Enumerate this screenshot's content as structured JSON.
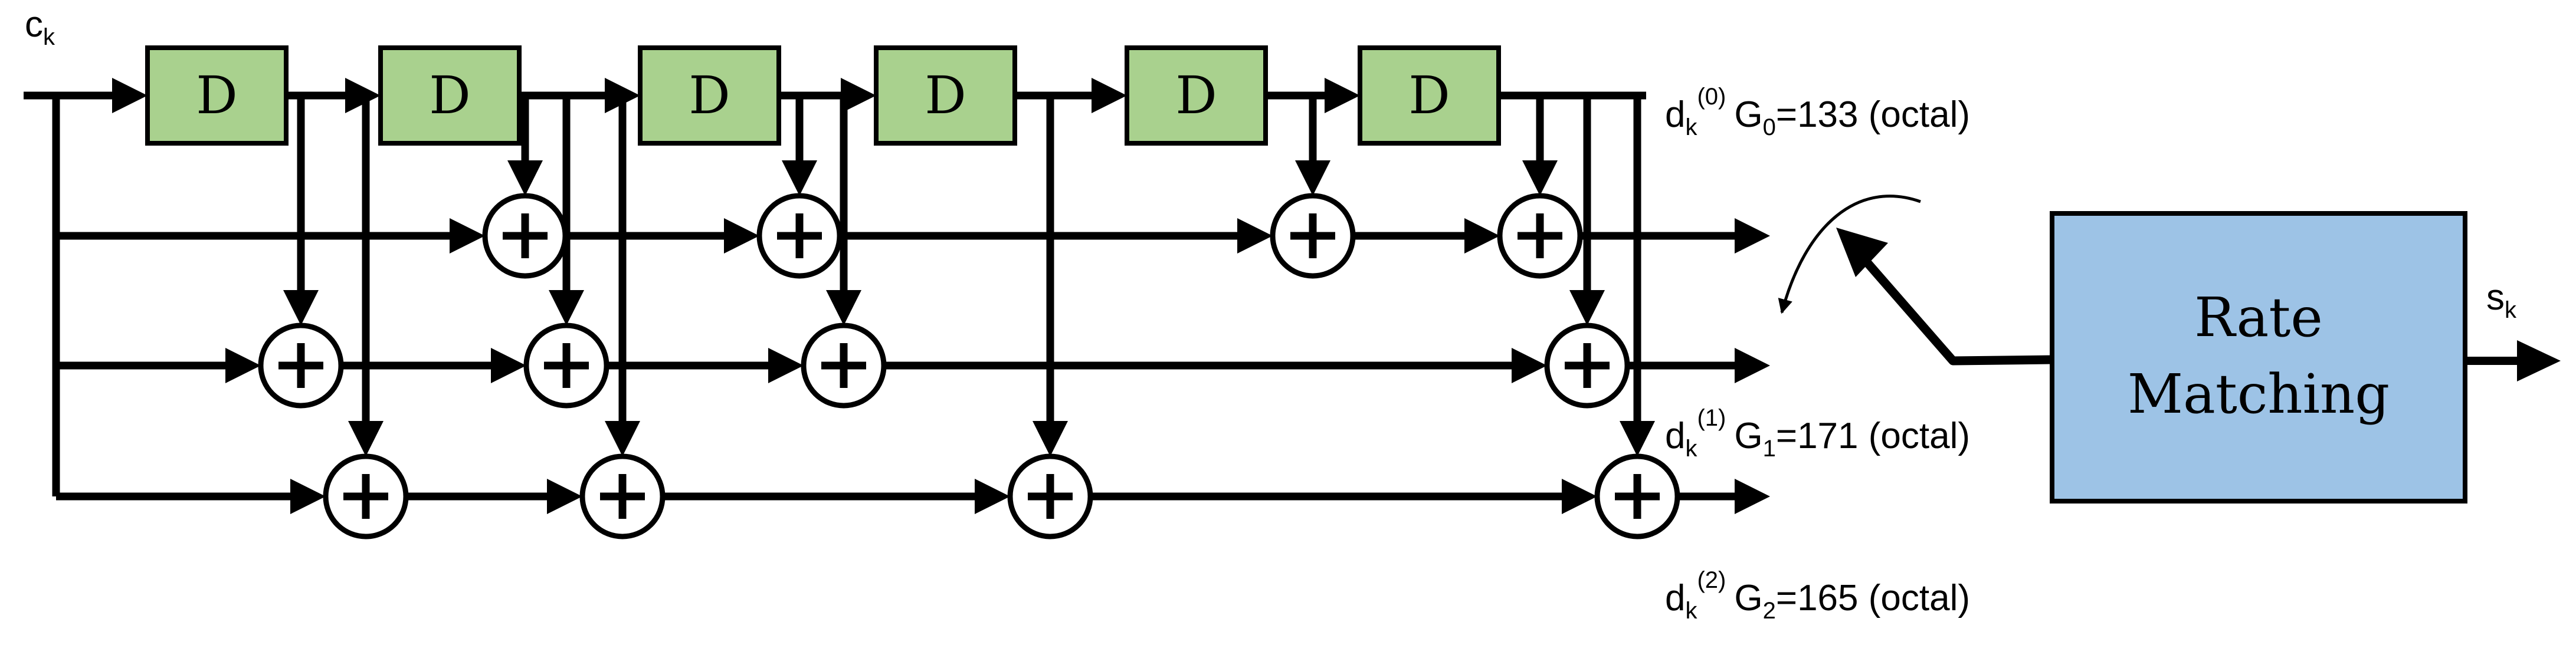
{
  "diagram": {
    "input_label": {
      "base": "c",
      "sub": "k"
    },
    "delay_label": "D",
    "outputs": [
      {
        "base": "d",
        "sub": "k",
        "sup": "(0)",
        "gen": "G",
        "gen_sub": "0",
        "rest": "=133 (octal)"
      },
      {
        "base": "d",
        "sub": "k",
        "sup": "(1)",
        "gen": "G",
        "gen_sub": "1",
        "rest": "=171 (octal)"
      },
      {
        "base": "d",
        "sub": "k",
        "sup": "(2)",
        "gen": "G",
        "gen_sub": "2",
        "rest": "=165 (octal)"
      }
    ],
    "rate_matching": {
      "line1": "Rate",
      "line2": "Matching"
    },
    "output_label": {
      "base": "s",
      "sub": "k"
    },
    "colors": {
      "delay_fill": "#a9d18e",
      "rate_fill": "#9dc3e6",
      "line": "#000000"
    }
  }
}
